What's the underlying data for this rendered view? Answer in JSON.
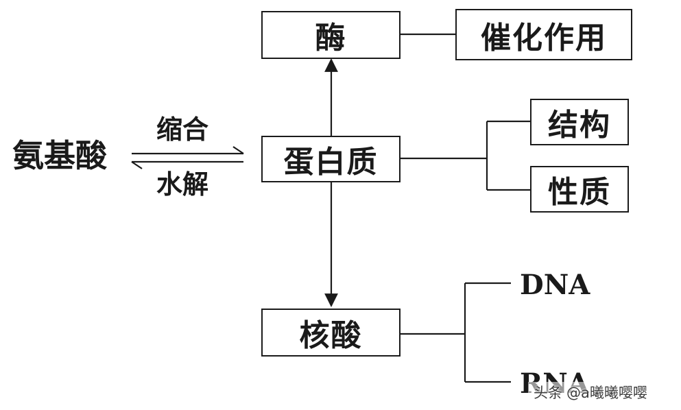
{
  "diagram": {
    "amino_acid": "氨基酸",
    "condensation": "缩合",
    "hydrolysis": "水解",
    "enzyme": "酶",
    "catalysis": "催化作用",
    "protein": "蛋白质",
    "structure": "结构",
    "property": "性质",
    "nucleic_acid": "核酸",
    "dna": "DNA",
    "rna": "RNA"
  },
  "watermark": {
    "platform": "头条",
    "handle": "@a曦曦嘤嘤"
  }
}
